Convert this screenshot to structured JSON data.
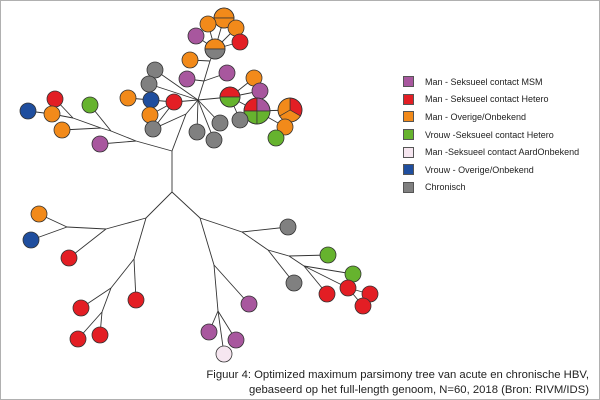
{
  "legend": [
    {
      "key": "msm",
      "label": "Man - Seksueel contact MSM",
      "color": "#a8579e"
    },
    {
      "key": "man_hetero",
      "label": "Man - Seksueel contact Hetero",
      "color": "#e31e24"
    },
    {
      "key": "man_other",
      "label": "Man - Overige/Onbekend",
      "color": "#f28a1a"
    },
    {
      "key": "vrouw_hetero",
      "label": "Vrouw -Seksueel contact Hetero",
      "color": "#66b32e"
    },
    {
      "key": "man_unknown",
      "label": "Man -Seksueel contact AardOnbekend",
      "color": "#f6e6f0"
    },
    {
      "key": "vrouw_other",
      "label": "Vrouw  - Overige/Onbekend",
      "color": "#1f4e9e"
    },
    {
      "key": "chronic",
      "label": "Chronisch",
      "color": "#808080"
    }
  ],
  "caption": {
    "line1": "Figuur 4: Optimized maximum parsimony tree van acute en chronische HBV,",
    "line2": "gebaseerd op het full-length genoom, N=60, 2018 (Bron: RIVM/IDS)"
  }
}
